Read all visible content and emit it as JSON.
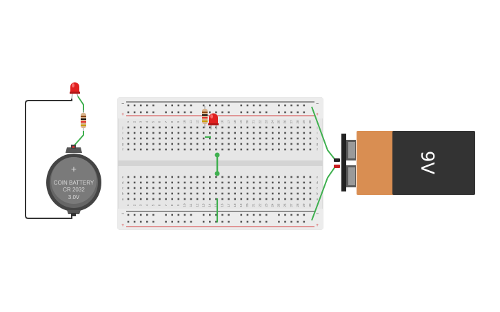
{
  "coin_battery": {
    "plus_sign": "+",
    "line1": "COIN BATTERY",
    "line2": "CR 2032",
    "line3": "3.0V"
  },
  "battery_9v": {
    "label": "9V",
    "body_color": "#333333",
    "cap_color": "#d98e52",
    "terminal_color": "#5a5a5a"
  },
  "breadboard": {
    "columns": [
      "1",
      "2",
      "3",
      "4",
      "5",
      "6",
      "7",
      "8",
      "9",
      "10",
      "11",
      "12",
      "13",
      "14",
      "15",
      "16",
      "17",
      "18",
      "19",
      "20",
      "21",
      "22",
      "23",
      "24",
      "25",
      "26",
      "27",
      "28",
      "29",
      "30"
    ],
    "row_labels_top": [
      "j",
      "i",
      "h",
      "g",
      "f"
    ],
    "row_labels_bottom": [
      "e",
      "d",
      "c",
      "b",
      "a"
    ],
    "rail_minus": "−",
    "rail_plus": "+",
    "body_color": "#e6e6e6",
    "rail_red": "#d44040",
    "rail_black": "#333333"
  },
  "colors": {
    "wire_green": "#3fb04f",
    "wire_black": "#333333",
    "led_red": "#e02020"
  }
}
